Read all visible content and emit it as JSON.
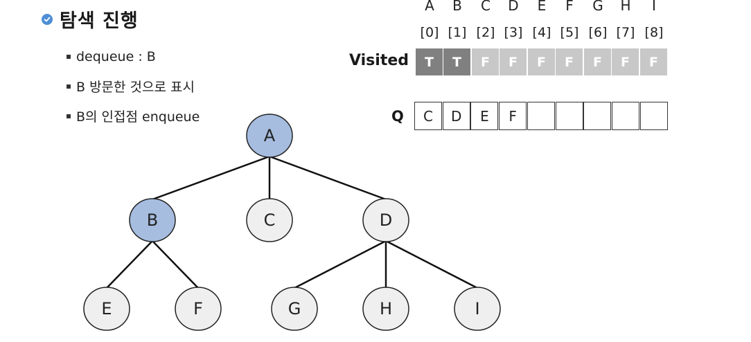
{
  "title": "탐색 진행",
  "bullets": [
    "dequeue : B",
    "B 방문한 것으로 표시",
    "B의 인접점 enqueue"
  ],
  "visited": {
    "label": "Visited",
    "letters": [
      "A",
      "B",
      "C",
      "D",
      "E",
      "F",
      "G",
      "H",
      "I"
    ],
    "indices": [
      "[0]",
      "[1]",
      "[2]",
      "[3]",
      "[4]",
      "[5]",
      "[6]",
      "[7]",
      "[8]"
    ],
    "values": [
      "T",
      "T",
      "F",
      "F",
      "F",
      "F",
      "F",
      "F",
      "F"
    ],
    "true_color": "#808080",
    "false_color": "#c8c8c8"
  },
  "queue": {
    "label": "Q",
    "cells": [
      "C",
      "D",
      "E",
      "F",
      "",
      "",
      "",
      "",
      ""
    ]
  },
  "tree": {
    "visited_fill": "#a6bde0",
    "unvisited_fill": "#efefef",
    "nodes": [
      {
        "id": "A",
        "label": "A",
        "visited": true
      },
      {
        "id": "B",
        "label": "B",
        "visited": true
      },
      {
        "id": "C",
        "label": "C",
        "visited": false
      },
      {
        "id": "D",
        "label": "D",
        "visited": false
      },
      {
        "id": "E",
        "label": "E",
        "visited": false
      },
      {
        "id": "F",
        "label": "F",
        "visited": false
      },
      {
        "id": "G",
        "label": "G",
        "visited": false
      },
      {
        "id": "H",
        "label": "H",
        "visited": false
      },
      {
        "id": "I",
        "label": "I",
        "visited": false
      }
    ],
    "edges": [
      [
        "A",
        "B"
      ],
      [
        "A",
        "C"
      ],
      [
        "A",
        "D"
      ],
      [
        "B",
        "E"
      ],
      [
        "B",
        "F"
      ],
      [
        "D",
        "G"
      ],
      [
        "D",
        "H"
      ],
      [
        "D",
        "I"
      ]
    ]
  }
}
